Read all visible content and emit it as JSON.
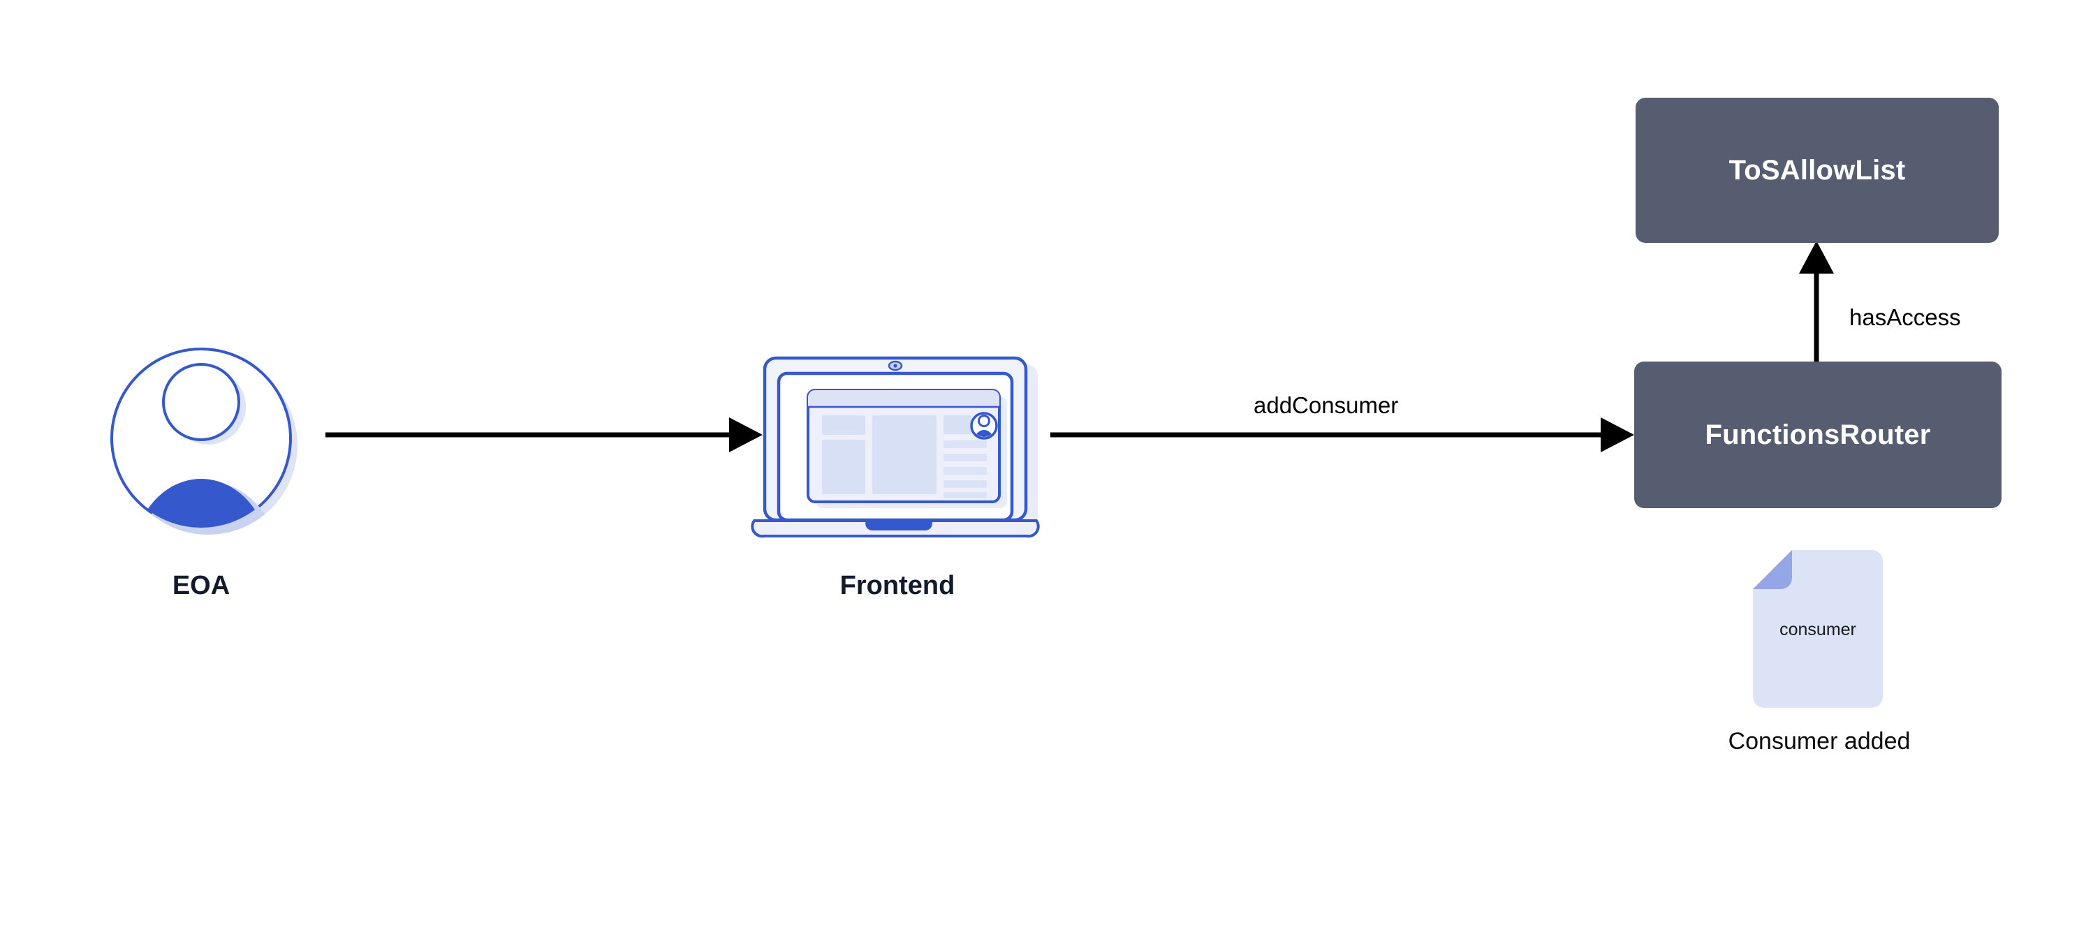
{
  "diagram": {
    "type": "flow-diagram",
    "background_color": "#ffffff",
    "palette": {
      "contract_fill": "#575D70",
      "contract_text": "#ffffff",
      "accent_blue": "#3558CC",
      "light_blue": "#DCE3F7",
      "fold_blue": "#94A6E8",
      "caption_dark": "#121A2E",
      "edge_black": "#000000"
    }
  },
  "nodes": {
    "eoa": {
      "label": "EOA",
      "icon": "user-avatar-icon"
    },
    "frontend": {
      "label": "Frontend",
      "icon": "laptop-icon"
    },
    "tos_allow_list": {
      "label": "ToSAllowList",
      "shape": "rounded-rect"
    },
    "functions_router": {
      "label": "FunctionsRouter",
      "shape": "rounded-rect"
    },
    "consumer_doc": {
      "icon": "document-icon",
      "file_label": "consumer",
      "caption": "Consumer added"
    }
  },
  "edges": [
    {
      "id": "eoa-to-frontend",
      "from": "eoa",
      "to": "frontend",
      "label": "",
      "direction": "right"
    },
    {
      "id": "frontend-to-router",
      "from": "frontend",
      "to": "functions_router",
      "label": "addConsumer",
      "direction": "right"
    },
    {
      "id": "router-to-toslist",
      "from": "functions_router",
      "to": "tos_allow_list",
      "label": "hasAccess",
      "direction": "up"
    }
  ]
}
